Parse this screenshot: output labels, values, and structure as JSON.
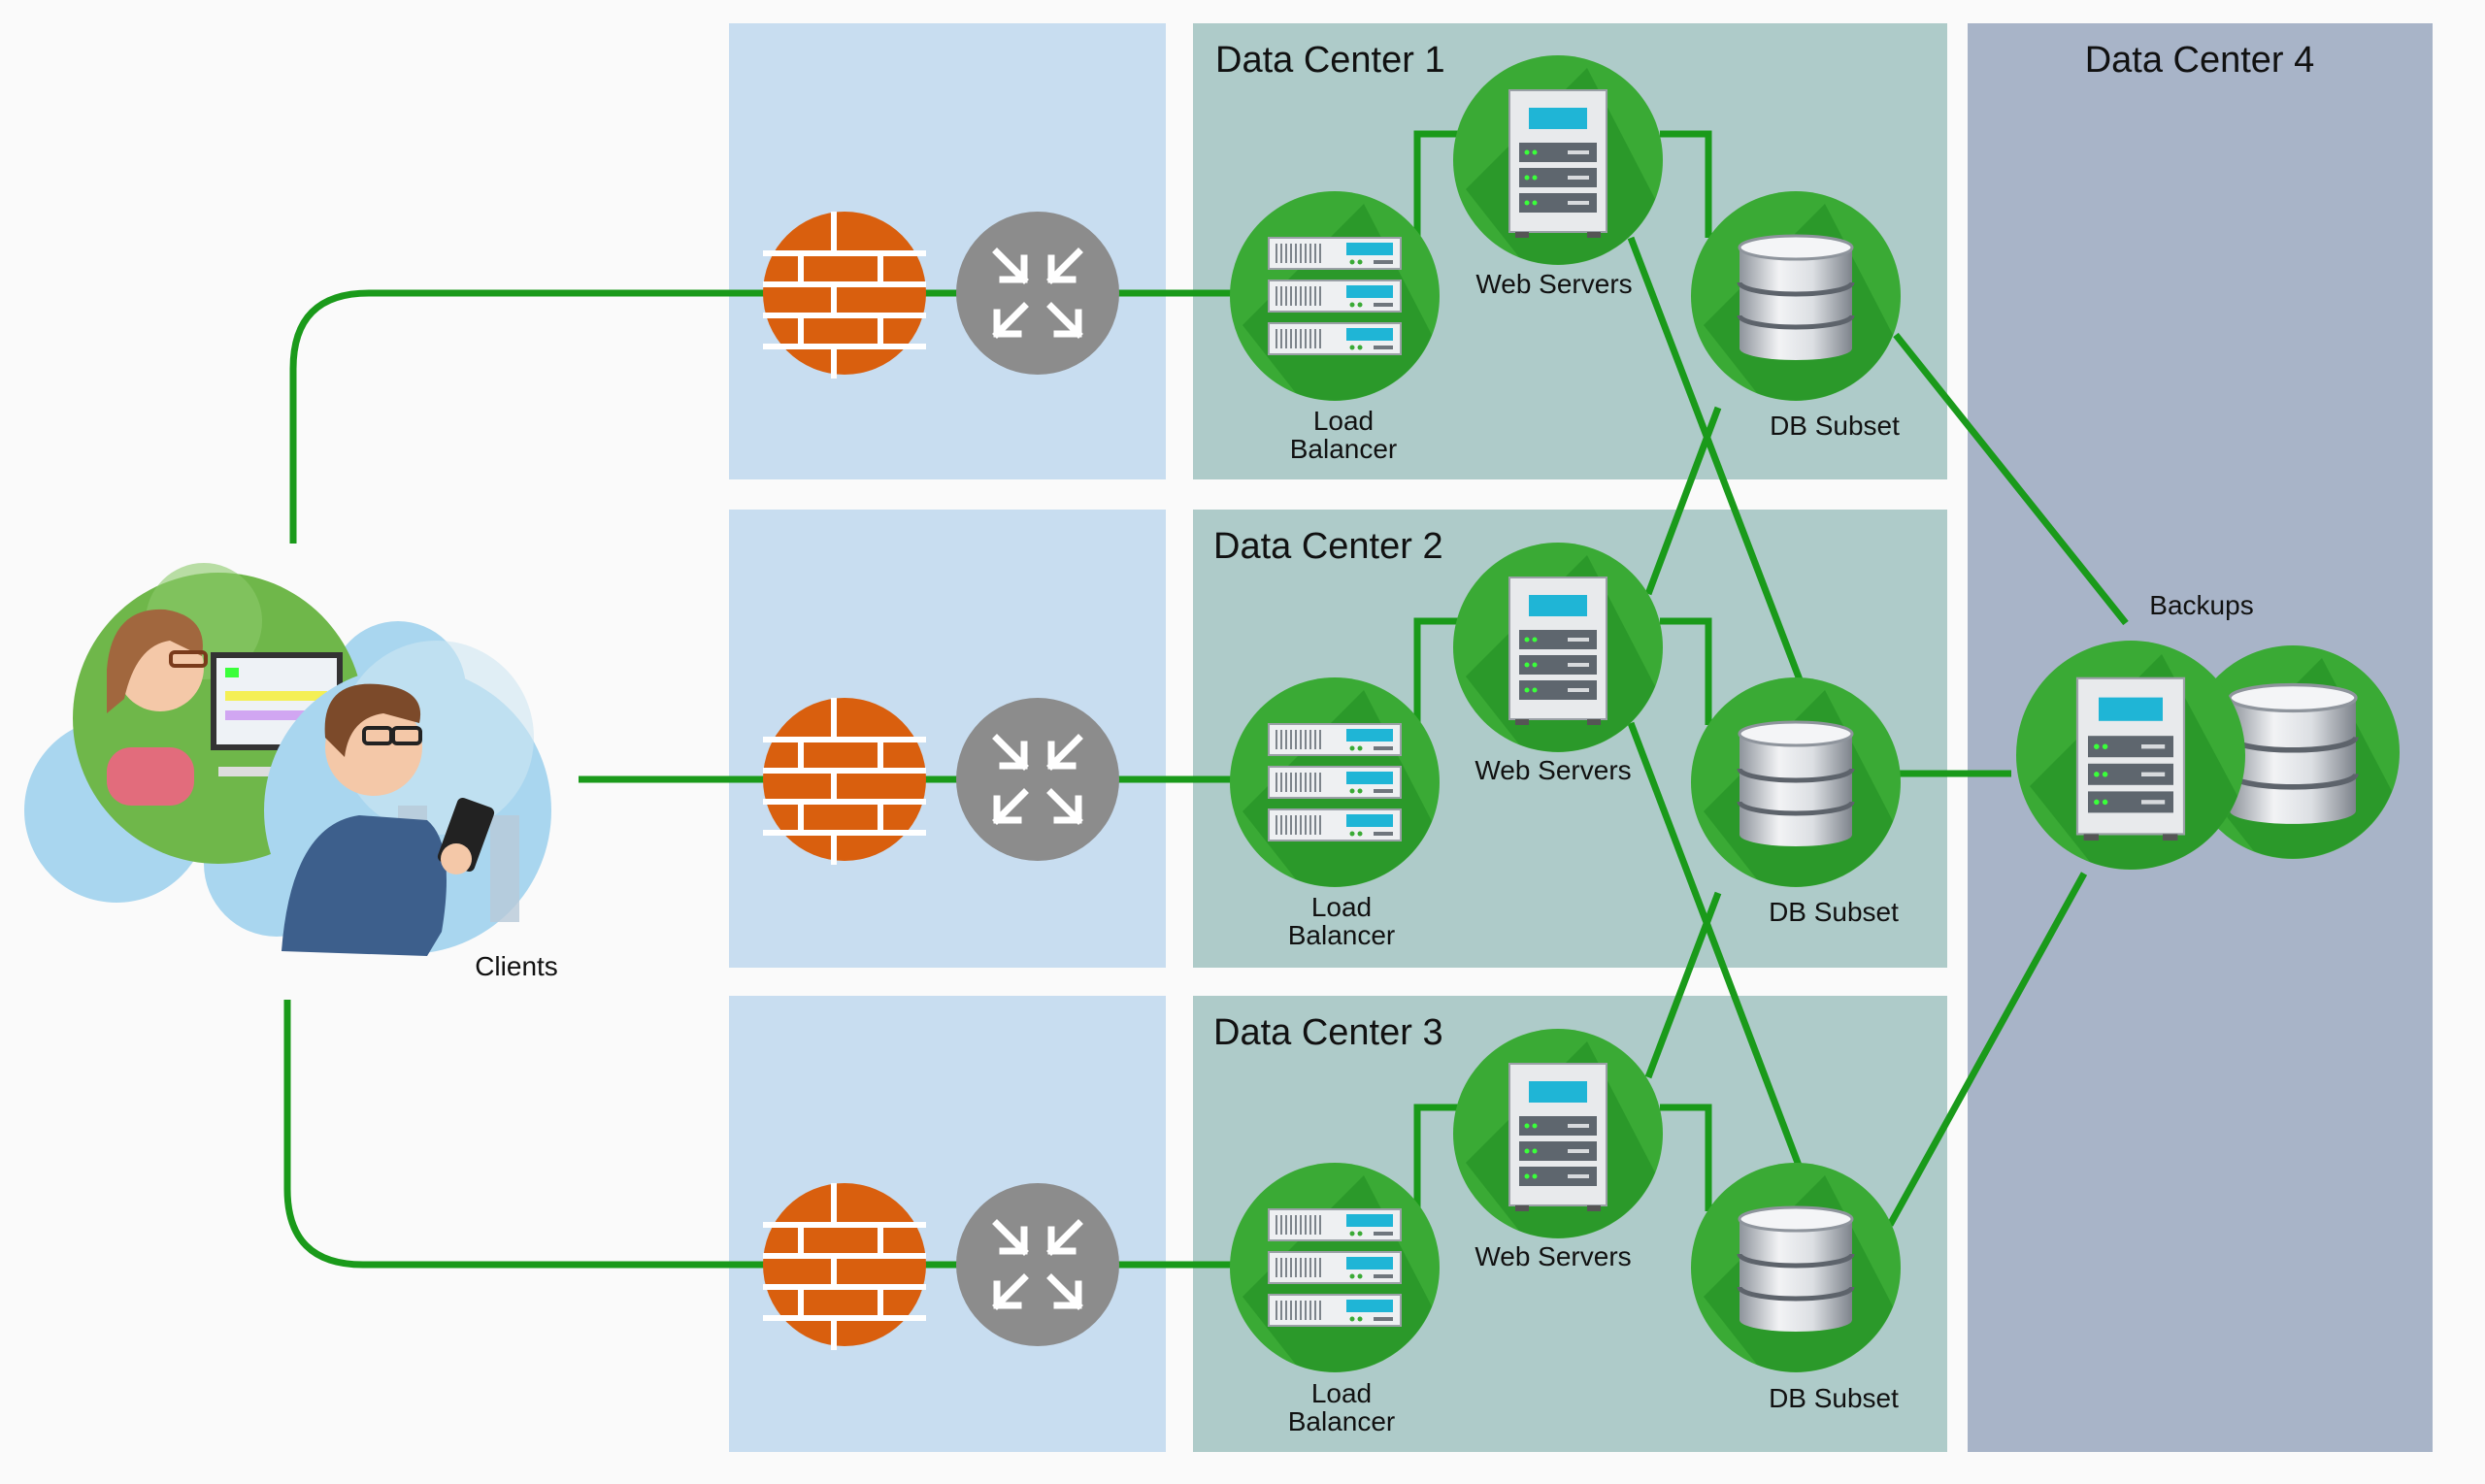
{
  "data_centers": [
    {
      "title": "Data Center 1",
      "load_balancer_label": [
        "Load",
        "Balancer"
      ],
      "web_servers_label": "Web Servers",
      "db_label": "DB Subset"
    },
    {
      "title": "Data Center 2",
      "load_balancer_label": [
        "Load",
        "Balancer"
      ],
      "web_servers_label": "Web Servers",
      "db_label": "DB Subset"
    },
    {
      "title": "Data Center 3",
      "load_balancer_label": [
        "Load",
        "Balancer"
      ],
      "web_servers_label": "Web Servers",
      "db_label": "DB Subset"
    }
  ],
  "backup_center": {
    "title": "Data Center 4",
    "label": "Backups"
  },
  "clients": {
    "label": "Clients"
  },
  "colors": {
    "edge_zone": "#c8ddf0",
    "dc_zone": "#aecbc9",
    "backup_zone": "#a8b4c8",
    "node_green": "#3aaa35",
    "node_green_dark": "#1f8a21",
    "link": "#1a9a1a",
    "firewall": "#d95f0e",
    "router": "#8c8c8c"
  },
  "icons": {
    "firewall": "brick-wall-icon",
    "router": "router-arrows-icon",
    "load_balancer": "server-rack-icon",
    "web_server": "server-tower-icon",
    "db": "database-cylinder-icon",
    "clients": "people-avatars-icon"
  }
}
